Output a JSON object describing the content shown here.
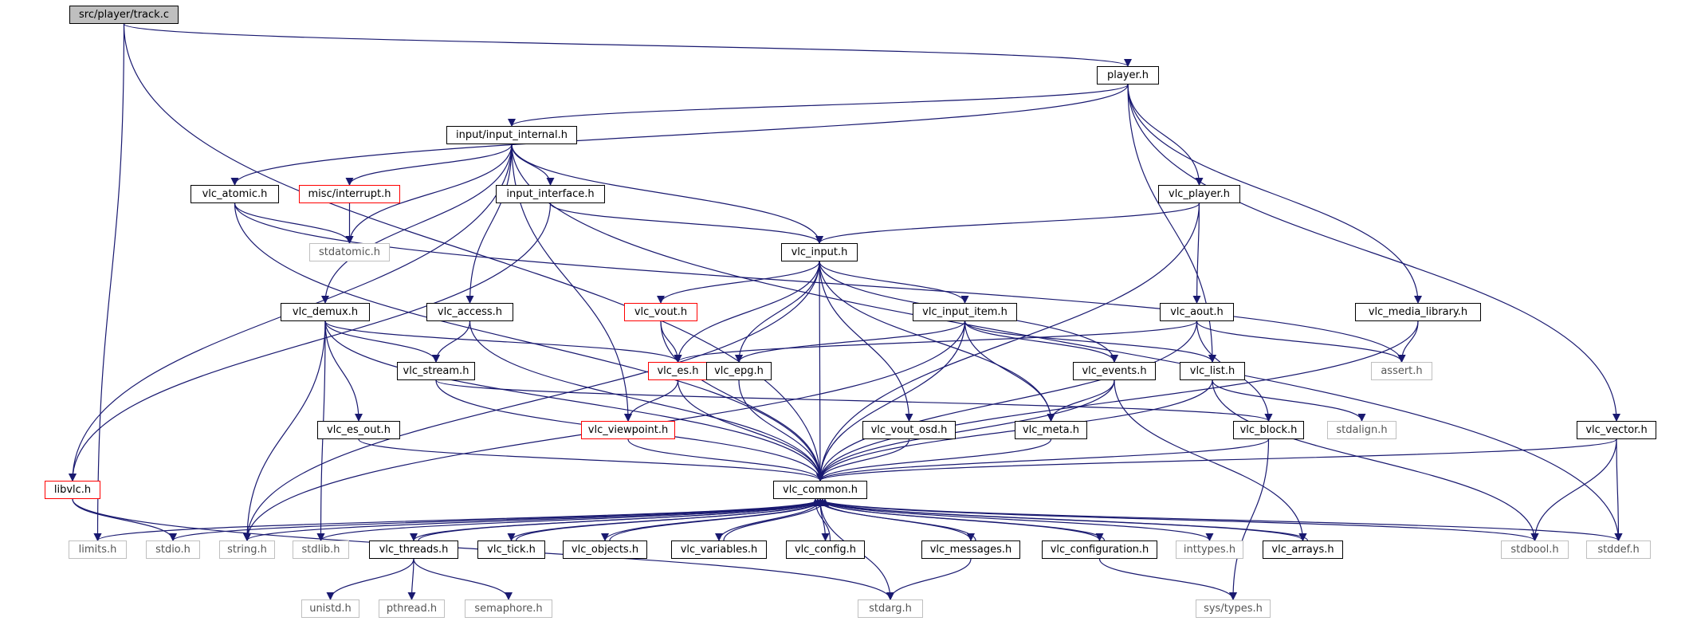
{
  "colors": {
    "edge": "#191970",
    "root_fill": "#bfbfbf",
    "red_border": "#ff0000",
    "sys_border": "#bfbfbf"
  },
  "nodes": {
    "track_c": "src/player/track.c",
    "player_h": "player.h",
    "input_internal_h": "input/input_internal.h",
    "vlc_atomic_h": "vlc_atomic.h",
    "misc_interrupt_h": "misc/interrupt.h",
    "input_interface_h": "input_interface.h",
    "vlc_player_h": "vlc_player.h",
    "stdatomic_h": "stdatomic.h",
    "vlc_input_h": "vlc_input.h",
    "vlc_demux_h": "vlc_demux.h",
    "vlc_access_h": "vlc_access.h",
    "vlc_vout_h": "vlc_vout.h",
    "vlc_input_item_h": "vlc_input_item.h",
    "vlc_aout_h": "vlc_aout.h",
    "vlc_media_library_h": "vlc_media_library.h",
    "vlc_stream_h": "vlc_stream.h",
    "vlc_es_h": "vlc_es.h",
    "vlc_epg_h": "vlc_epg.h",
    "vlc_events_h": "vlc_events.h",
    "vlc_list_h": "vlc_list.h",
    "assert_h": "assert.h",
    "vlc_es_out_h": "vlc_es_out.h",
    "vlc_viewpoint_h": "vlc_viewpoint.h",
    "vlc_vout_osd_h": "vlc_vout_osd.h",
    "vlc_meta_h": "vlc_meta.h",
    "vlc_block_h": "vlc_block.h",
    "stdalign_h": "stdalign.h",
    "vlc_vector_h": "vlc_vector.h",
    "libvlc_h": "libvlc.h",
    "vlc_common_h": "vlc_common.h",
    "limits_h": "limits.h",
    "stdio_h": "stdio.h",
    "string_h": "string.h",
    "stdlib_h": "stdlib.h",
    "vlc_threads_h": "vlc_threads.h",
    "vlc_tick_h": "vlc_tick.h",
    "vlc_objects_h": "vlc_objects.h",
    "vlc_variables_h": "vlc_variables.h",
    "vlc_config_h": "vlc_config.h",
    "vlc_messages_h": "vlc_messages.h",
    "vlc_configuration_h": "vlc_configuration.h",
    "inttypes_h": "inttypes.h",
    "vlc_arrays_h": "vlc_arrays.h",
    "stdbool_h": "stdbool.h",
    "stddef_h": "stddef.h",
    "unistd_h": "unistd.h",
    "pthread_h": "pthread.h",
    "semaphore_h": "semaphore.h",
    "stdarg_h": "stdarg.h",
    "sys_types_h": "sys/types.h"
  }
}
